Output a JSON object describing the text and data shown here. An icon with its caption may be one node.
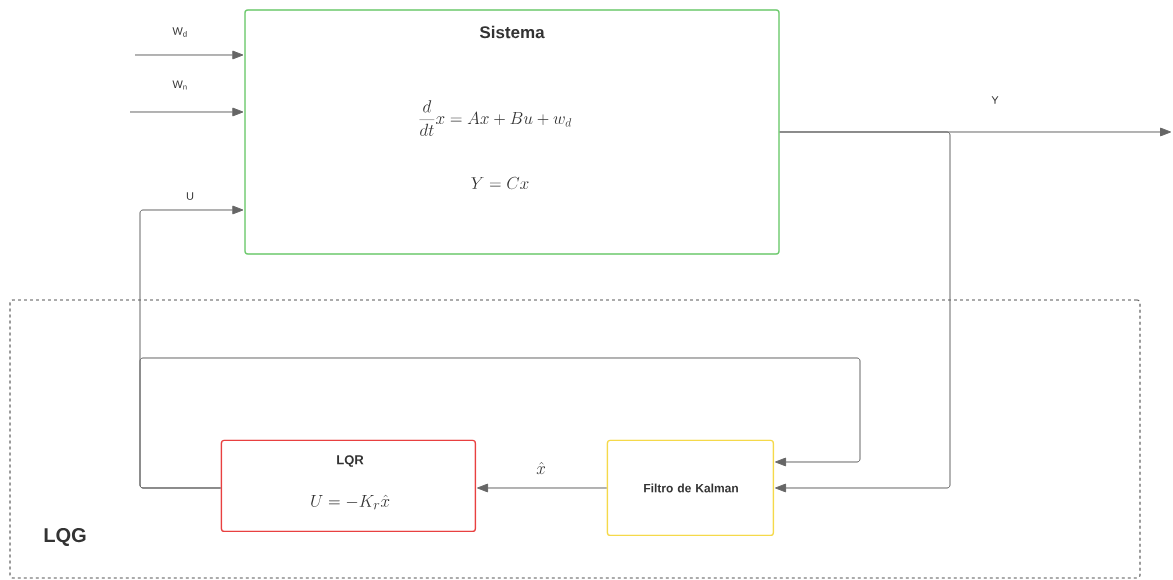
{
  "diagram": {
    "nodes": [
      {
        "text": [
          "LQG"
        ]
      },
      {
        "text": [
          "Sistema",
          "\\frac{d}{dt}x = Ax + Bu + w_d",
          "Y = Cx"
        ]
      },
      {
        "text": [
          "LQR",
          "U = -K_r\\hat{x}"
        ],
        "in": 0
      },
      {
        "text": [
          "Filtro de Kalman"
        ],
        "in": 0
      }
    ],
    "edges": [
      {
        "from": null,
        "to": 1,
        "arrow": "to",
        "label": "W$_{d}$"
      },
      {
        "from": null,
        "to": 1,
        "arrow": "to",
        "label": "W$_{n}$"
      },
      {
        "from": 2,
        "to": 1,
        "arrow": "to",
        "label": "U"
      },
      {
        "from": 2,
        "to": 3,
        "arrow": "to"
      },
      {
        "from": 1,
        "to": null,
        "arrow": "to",
        "label": "Y"
      },
      {
        "from": 1,
        "to": 3,
        "arrow": "to"
      },
      {
        "from": 3,
        "to": 2,
        "arrow": "to",
        "label": "\\hat{x}"
      }
    ]
  }
}
